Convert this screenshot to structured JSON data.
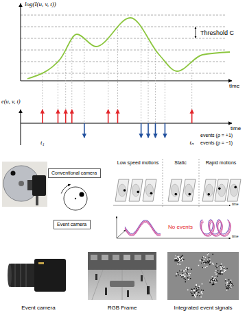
{
  "diagram": {
    "nodes": [
      {
        "text": [
          "Conventional camera"
        ]
      },
      {
        "text": [
          "Event camera"
        ]
      }
    ],
    "labels": [
      "log(I(u, v, t))",
      "Threshold C",
      "time",
      "e(u, v, t)",
      "time",
      "t₁",
      "tₙ",
      "events (ρ = +1)",
      "events (ρ = −1)",
      "Low speed motions",
      "Static",
      "Rapid motions",
      "time",
      "No events",
      "time",
      "Event camera",
      "RGB Frame",
      "Integrated event signals"
    ]
  }
}
